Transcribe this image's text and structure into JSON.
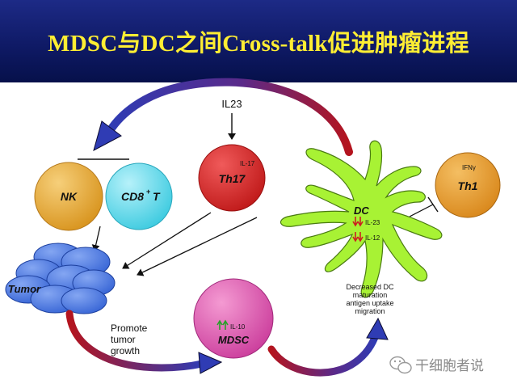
{
  "slide": {
    "title": "MDSC与DC之间Cross-talk促进肿瘤进程"
  },
  "colors": {
    "title_bg": "#0f1a66",
    "title_text": "#ffee33",
    "nk": "#e6a636",
    "cd8": "#5fd8ea",
    "th17": "#d42a2a",
    "th1": "#e39a2a",
    "dc": "#a8f234",
    "mdsc": "#d850a8",
    "tumor": "#4d7be0",
    "arrow_blue": "#2f3cb4",
    "arrow_red": "#b4141e",
    "down_arrow": "#cc2020",
    "up_arrow": "#2aa02a"
  },
  "diagram": {
    "il23_label": "IL23",
    "cells": {
      "nk": {
        "label": "NK"
      },
      "cd8": {
        "label": "CD8",
        "superscript": "+",
        "suffix": "T"
      },
      "th17": {
        "label": "Th17",
        "cytokine": "IL-17"
      },
      "th1": {
        "label": "Th1",
        "cytokine": "IFNγ"
      },
      "dc": {
        "label": "DC",
        "marker_1": "IL-23",
        "marker_2": "IL-12"
      },
      "mdsc": {
        "label": "MDSC",
        "marker": "IL-10"
      },
      "tumor": {
        "label": "Tumor"
      }
    },
    "promote_text": [
      "Promote",
      "tumor",
      "growth"
    ],
    "dc_effects": [
      "Decreased DC",
      "maturation",
      "antigen  uptake",
      "migration"
    ]
  },
  "watermark": {
    "text": "干细胞者说"
  }
}
